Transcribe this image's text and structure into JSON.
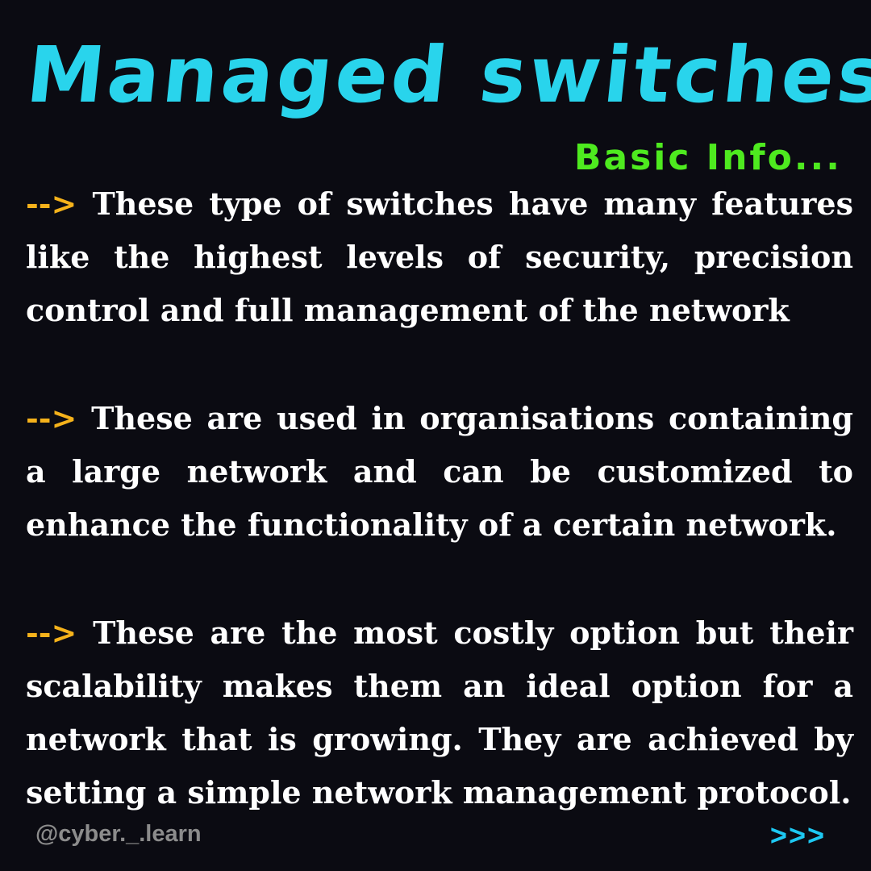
{
  "title": "Managed switches",
  "subtitle": "Basic Info...",
  "colors": {
    "background": "#0b0b12",
    "title": "#29d4ec",
    "subtitle": "#4eea1f",
    "arrow": "#f5b21b",
    "body_text": "#ffffff",
    "handle": "#8c8c8c",
    "next": "#1dc8f2"
  },
  "points": [
    {
      "arrow": "-->",
      "text": "These type of switches have many features like the highest levels of security, precision control and full management of the network"
    },
    {
      "arrow": "-->",
      "text": "These are used in organisations containing a large network and can be customized to enhance the functionality of a certain network."
    },
    {
      "arrow": "-->",
      "text": "These are the most costly option but their scalability makes them an ideal option for a network that is growing. They are achieved by setting a simple network management protocol."
    }
  ],
  "footer": {
    "handle": "@cyber._.learn",
    "next": ">>>"
  }
}
